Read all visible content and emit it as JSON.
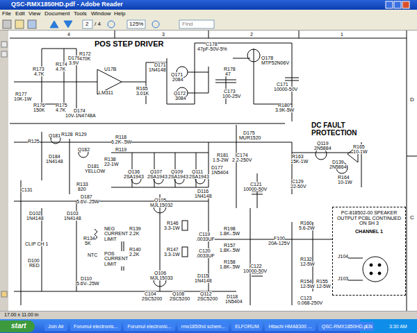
{
  "diagram": {
    "nodes": [
      {
        "text": [
          "PC-818502-00 SPEAKER OUTPUT PCBL CONTINUED ON SH 3",
          "CHANNEL 1"
        ]
      }
    ],
    "labels": [
      "QSC-RMX1850HD.pdf - Adobe Reader",
      "File",
      "Edit",
      "View",
      "Document",
      "Tools",
      "Window",
      "Help",
      "2",
      "/ 4",
      "125%",
      "Find",
      "4",
      "3",
      "2",
      "1",
      "D",
      "C",
      "POS STEP DRIVER",
      "DC FAULT PROTECTION",
      "R173",
      "4.7K",
      "R174",
      "4.7K",
      "D179",
      "3.9V",
      "R172",
      "470K",
      "U17B",
      "LM311",
      "R177",
      "10K-1W",
      "R176",
      "150K",
      "R175",
      "4.7K",
      "D174",
      "10V-1N4748A",
      "R165",
      "3.01K",
      "D171",
      "1N4148",
      "Q171",
      "2084",
      "Q172",
      "3084",
      "C178",
      "47pF-50V-5%",
      "R178",
      "47",
      "Q178",
      "MTP52N06V",
      "C173",
      "100-25V",
      "C171",
      "10000-50V",
      "R180",
      "3.9K-5W",
      "R125",
      "Q181",
      "R128",
      "R129",
      "Q182",
      "D184",
      "1N4148",
      "R133",
      "820",
      "D181",
      "YELLOW",
      "R118",
      "6.2K-.5W",
      "R119",
      "R138",
      "22-1W",
      "Q136",
      "2SA1943",
      "Q107",
      "2SA1943",
      "Q109",
      "2SA1943",
      "Q111",
      "2SA1943",
      "D177",
      "1N5404",
      "D175",
      "MUR1520",
      "R181",
      "1.5-2W",
      "C174",
      "2.2-250V",
      "C121",
      "10000-50V",
      "R163",
      "15K-1W",
      "Q119",
      "2N5884",
      "D139",
      "2N5864",
      "R165",
      "10-1W",
      "R164",
      "10-1W",
      "C129",
      "22-50V",
      "C131",
      "D187",
      "5.6V-.25W",
      "Q105",
      "MJL15032",
      "D116",
      "1N4148",
      "D102",
      "1N4148",
      "D103",
      "1N4148",
      "NEG CURRENT LIMIT",
      "POS CURRENT LIMIT",
      "R139",
      "2.2K",
      "R140",
      "2.2K",
      "R146",
      "3.3-1W",
      "R147",
      "3.3-1W",
      "C119",
      ".0033UF",
      "C120",
      ".0033UF",
      "R198",
      "1.8K-.5W",
      "R157",
      "1.8K-.5W",
      "R158",
      "1.8K-.5W",
      "R134",
      "5K",
      "NTC",
      "CLIP CH 1",
      "D100",
      "RED",
      "Q106",
      "MJL15033",
      "D115",
      "1N4148",
      "D110",
      "5.6V-.25W",
      "F100",
      "20A-125V",
      "R160",
      "5.6-2W",
      "C122",
      "10000-50V",
      "R132",
      "12-5W",
      "R154",
      "12-5W",
      "R155",
      "12-5W",
      "C123",
      "0.068-250V",
      "J104",
      "J103",
      "C104",
      "2SC5200",
      "Q108",
      "2SC5200",
      "Q112",
      "2SC5200",
      "D118",
      "1N5404",
      "17.00 x 11.00 in",
      "start",
      "Join Air",
      "Forumul electronis...",
      "Forumul electronic...",
      "rmx1850hd schem...",
      "ELFORUM",
      "Hitachi HMA8300 ...",
      "QSC-RMX1850HD.p...",
      "EN",
      "3:30 AM"
    ]
  }
}
